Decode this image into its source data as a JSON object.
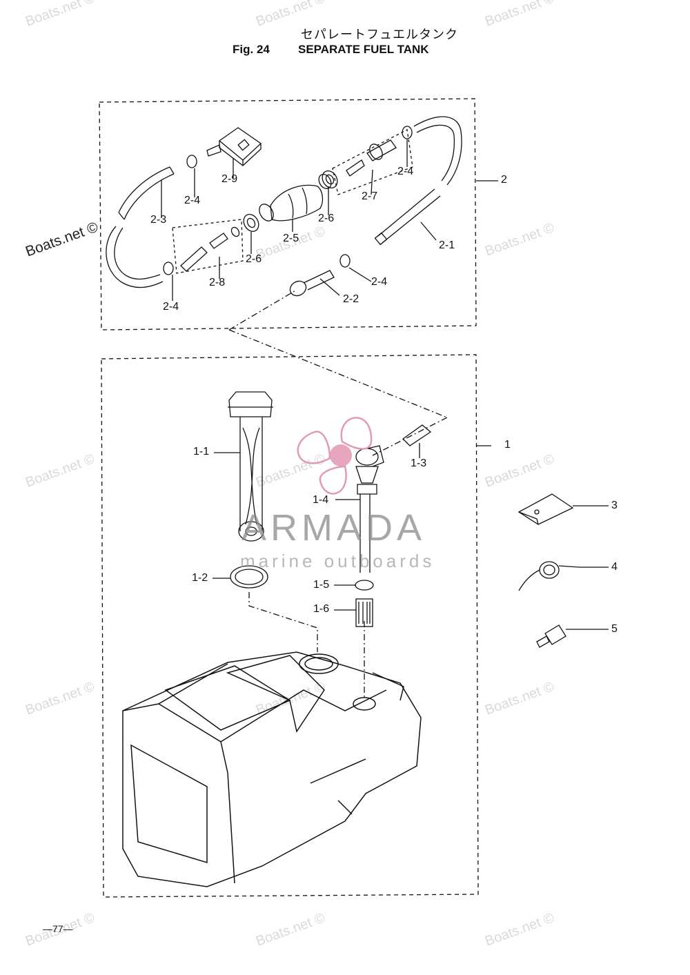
{
  "header": {
    "jp_title": "セパレートフュエルタンク",
    "fig_number": "Fig. 24",
    "title": "SEPARATE FUEL TANK"
  },
  "callouts": [
    {
      "id": "2-9",
      "text": "2-9"
    },
    {
      "id": "2-4a",
      "text": "2-4"
    },
    {
      "id": "2-3",
      "text": "2-3"
    },
    {
      "id": "2-5",
      "text": "2-5"
    },
    {
      "id": "2-6a",
      "text": "2-6"
    },
    {
      "id": "2-7",
      "text": "2-7"
    },
    {
      "id": "2-4b",
      "text": "2-4"
    },
    {
      "id": "2",
      "text": "2"
    },
    {
      "id": "2-6b",
      "text": "2-6"
    },
    {
      "id": "2-8",
      "text": "2-8"
    },
    {
      "id": "2-4c",
      "text": "2-4"
    },
    {
      "id": "2-1",
      "text": "2-1"
    },
    {
      "id": "2-4d",
      "text": "2-4"
    },
    {
      "id": "2-2",
      "text": "2-2"
    },
    {
      "id": "1",
      "text": "1"
    },
    {
      "id": "1-1",
      "text": "1-1"
    },
    {
      "id": "1-3",
      "text": "1-3"
    },
    {
      "id": "1-4",
      "text": "1-4"
    },
    {
      "id": "1-2",
      "text": "1-2"
    },
    {
      "id": "1-5",
      "text": "1-5"
    },
    {
      "id": "1-6",
      "text": "1-6"
    },
    {
      "id": "3",
      "text": "3"
    },
    {
      "id": "4",
      "text": "4"
    },
    {
      "id": "5",
      "text": "5"
    }
  ],
  "watermark": {
    "text": "Boats.net ©",
    "brand": "ARMADA",
    "brand_sub": "marine outboards",
    "brand_color": "#d9668a"
  },
  "page_number": "—77—"
}
